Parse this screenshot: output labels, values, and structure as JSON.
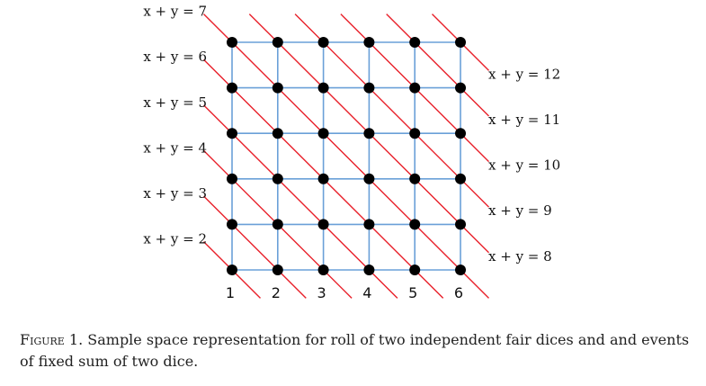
{
  "figure": {
    "grid_size": 6,
    "x_ticks": [
      "1",
      "2",
      "3",
      "4",
      "5",
      "6"
    ],
    "left_labels": [
      {
        "sum": 7,
        "text": "x + y = 7"
      },
      {
        "sum": 6,
        "text": "x + y = 6"
      },
      {
        "sum": 5,
        "text": "x + y = 5"
      },
      {
        "sum": 4,
        "text": "x + y = 4"
      },
      {
        "sum": 3,
        "text": "x + y = 3"
      },
      {
        "sum": 2,
        "text": "x + y = 2"
      }
    ],
    "right_labels": [
      {
        "sum": 12,
        "text": "x + y = 12"
      },
      {
        "sum": 11,
        "text": "x + y = 11"
      },
      {
        "sum": 10,
        "text": "x + y = 10"
      },
      {
        "sum": 9,
        "text": "x + y = 9"
      },
      {
        "sum": 8,
        "text": "x + y = 8"
      }
    ],
    "colors": {
      "grid": "#6aa0d8",
      "sum_lines": "#e8202a",
      "points": "#000000"
    }
  },
  "caption": {
    "lead": "Figure 1.",
    "text": "Sample space representation for roll of two independent fair dices and and events of fixed sum of two dice."
  }
}
